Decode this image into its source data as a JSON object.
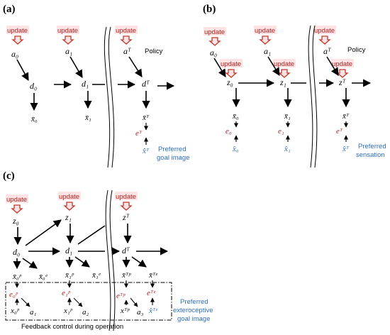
{
  "panels": {
    "a": "(a)",
    "b": "(b)",
    "c": "(c)"
  },
  "update_label": "update",
  "policy_label": "Policy",
  "panel_a": {
    "actions": [
      "a₀",
      "a₁",
      "aᵀ"
    ],
    "states": [
      "d₀",
      "d₁",
      "dᵀ"
    ],
    "predictions": [
      "x̄₀",
      "x̄₁",
      "x̄ᵀ"
    ],
    "error": "eᵀ",
    "goal": "x̂ᵀ",
    "goal_caption_1": "Preferred",
    "goal_caption_2": "goal image"
  },
  "panel_b": {
    "actions": [
      "a₀",
      "a₁",
      "aᵀ"
    ],
    "states": [
      "z₀",
      "z₁",
      "zᵀ"
    ],
    "predictions": [
      "x̄₀",
      "x̄₁",
      "x̄ᵀ"
    ],
    "errors": [
      "e₀",
      "e₁",
      "eᵀ"
    ],
    "goals": [
      "x̂₀",
      "x̂₁",
      "x̂ᵀ"
    ],
    "goal_caption_1": "Preferred",
    "goal_caption_2": "sensation"
  },
  "panel_c": {
    "latents": [
      "z₀",
      "z₁",
      "zᵀ"
    ],
    "states": [
      "d₀",
      "d₁",
      "dᵀ"
    ],
    "proprio": [
      "x̄₀ᵖ",
      "x̄₁ᵖ",
      "x̄ᵀᵖ"
    ],
    "extero": [
      "x̄₀ᵉ",
      "x̄₁ᵉ",
      "x̄ᵀᵉ"
    ],
    "errors_p": [
      "e₀ᵖ",
      "e₁ᵖ",
      "eᵀᵖ"
    ],
    "error_e": "eᵀᵉ",
    "joint": [
      "x₀ᵖ",
      "x₁ᵖ",
      "xᵀᵖ"
    ],
    "actions": [
      "a₁",
      "a₂",
      "a₃"
    ],
    "goal": "x̂ᵀᵉ",
    "goal_caption_1": "Preferred",
    "goal_caption_2": "exteroceptive",
    "goal_caption_3": "goal image",
    "feedback_caption": "Feedback control during operation"
  },
  "colors": {
    "error": "#b22222",
    "goal": "#2e6fbf",
    "update_bg": "#fde3e3"
  }
}
